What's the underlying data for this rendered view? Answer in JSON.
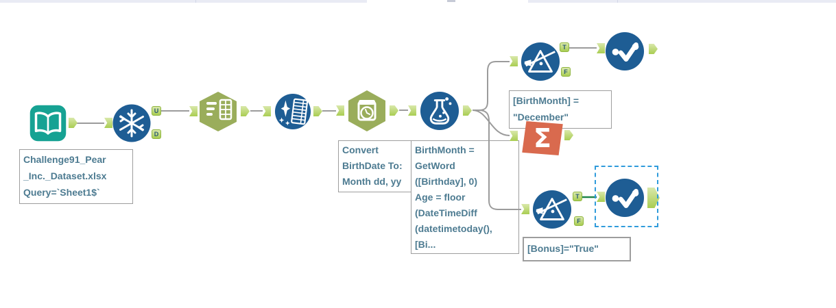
{
  "colors": {
    "tool_blue": "#1e5d94",
    "tool_teal": "#16a293",
    "tool_green": "#9aad5b",
    "tool_orange": "#d96a4e",
    "anchor_border": "#8fb53f",
    "anchor_letter": "#2b5a74",
    "wire": "#9b9b9b",
    "wire_selected": "#1e8449",
    "selection": "#2f9bdb",
    "annotation_text": "#4d7b91",
    "annotation_border": "#9d9d9d",
    "browser_strip": "#e9ebf4",
    "strip_dash": "#c6cad6"
  },
  "workflow": {
    "icons": {
      "input": "book-icon",
      "unique": "snowflake-icon",
      "select": "list-table-icon",
      "cleansing": "sparkle-table-icon",
      "datetime": "calendar-clock-icon",
      "formula": "flask-icon",
      "filter": "funnel-triangle-icon",
      "summarize": "sigma-icon",
      "browse": "check-dots-icon"
    },
    "anchor_labels": {
      "unique_u": "U",
      "unique_d": "D",
      "true": "T",
      "false": "F"
    },
    "summarize_glyph": "Σ",
    "annotations": {
      "input": {
        "lines": [
          "Challenge91_Pear",
          "_Inc._Dataset.xlsx",
          "Query=`Sheet1$`"
        ]
      },
      "datetime": {
        "lines": [
          "Convert",
          "BirthDate To:",
          "Month dd, yy"
        ]
      },
      "formula": {
        "lines": [
          "BirthMonth =",
          "GetWord",
          "([Birthday], 0)",
          "Age = floor",
          "(DateTimeDiff",
          "(datetimetoday(),",
          "[Bi..."
        ]
      },
      "filter_birthmonth": {
        "lines": [
          "[BirthMonth] =",
          "\"December\""
        ]
      },
      "filter_bonus": {
        "lines": [
          "[Bonus]=\"True\""
        ]
      }
    }
  }
}
